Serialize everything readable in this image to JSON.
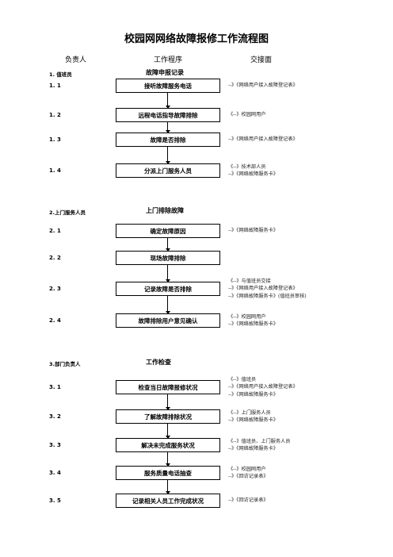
{
  "title": "校园网网络故障报修工作流程图",
  "headers": {
    "owner": "负责人",
    "procedure": "工作程序",
    "interface": "交接面"
  },
  "sections": [
    {
      "label": "1. 值班员",
      "title": "故障申报记录"
    },
    {
      "label": "2.上门服务人员",
      "title": "上门排除故障"
    },
    {
      "label": "3.部门负责人",
      "title": "工作检查"
    }
  ],
  "steps": [
    {
      "no": "1. 1",
      "box": "接听故障服务电话",
      "iface": [
        "--》《网络用户接入故障登记表》"
      ]
    },
    {
      "no": "1. 2",
      "box": "远程电话指导故障排除",
      "iface": [
        "《--》校园网用户"
      ]
    },
    {
      "no": "1. 3",
      "box": "故障是否排除",
      "iface": [
        "--》《网络用户接入故障登记表》"
      ]
    },
    {
      "no": "1. 4",
      "box": "分派上门服务人员",
      "iface": [
        "《--》技术部人员",
        "--》《网络故障服务卡》"
      ]
    },
    {
      "no": "2. 1",
      "box": "确定故障原因",
      "iface": [
        "--》《网络故障服务卡》"
      ]
    },
    {
      "no": "2. 2",
      "box": "现场故障排除",
      "iface": []
    },
    {
      "no": "2. 3",
      "box": "记录故障是否排除",
      "iface": [
        "《--》与值班员交接",
        "--》《网络用户接入故障登记表》",
        "--》《网络故障服务卡》(值班员审核)"
      ]
    },
    {
      "no": "2. 4",
      "box": "故障排除用户意见确认",
      "iface": [
        "《--》校园网用户",
        "--》《网络故障服务卡》"
      ]
    },
    {
      "no": "3. 1",
      "box": "检查当日故障报修状况",
      "iface": [
        "《--》值班员",
        "--》《网络用户接入故障登记表》",
        "--》《网络故障服务卡》"
      ]
    },
    {
      "no": "3. 2",
      "box": "了解故障排除状况",
      "iface": [
        "《--》上门服务人员",
        "--》《网络故障服务卡》"
      ]
    },
    {
      "no": "3. 3",
      "box": "解决未完成服务状况",
      "iface": [
        "《--》值班员、上门服务人员",
        "--》《网络故障服务卡》"
      ]
    },
    {
      "no": "3. 4",
      "box": "服务质量电话抽查",
      "iface": [
        "《--》校园网用户",
        "--》《回访记录表》"
      ]
    },
    {
      "no": "3. 5",
      "box": "记录相关人员工作完成状况",
      "iface": [
        "--》《回访记录表》"
      ]
    }
  ]
}
